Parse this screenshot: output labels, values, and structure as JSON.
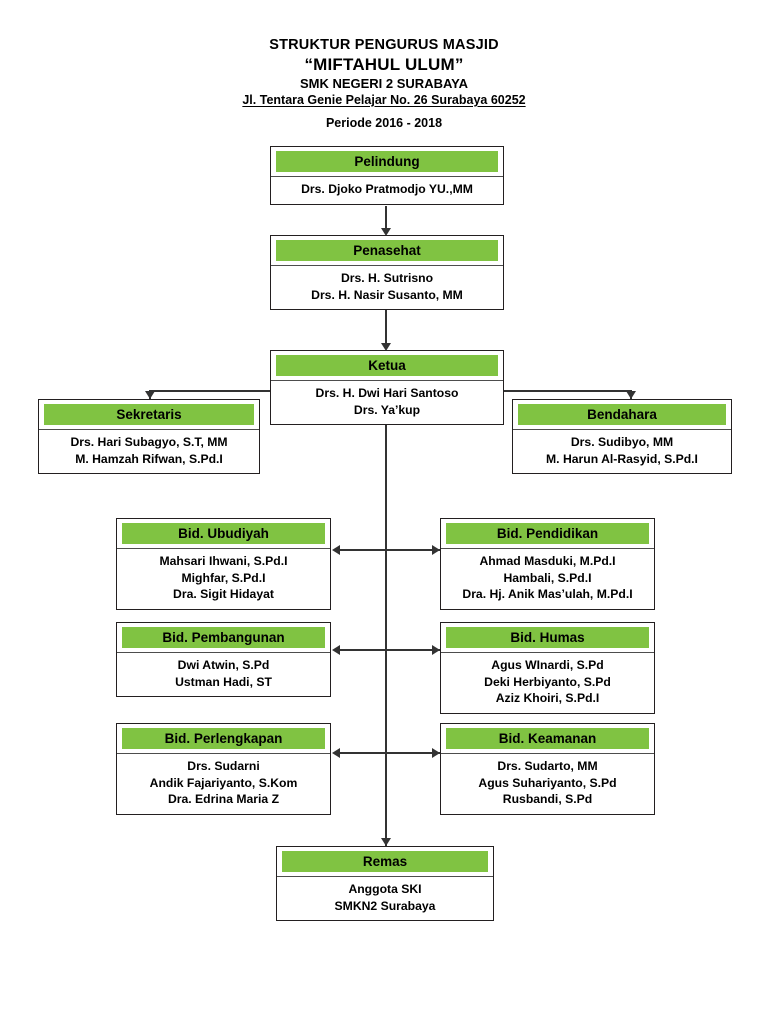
{
  "header": {
    "line1": "STRUKTUR PENGURUS MASJID",
    "line2": "“MIFTAHUL ULUM”",
    "line3": "SMK NEGERI 2 SURABAYA",
    "line4": "Jl. Tentara Genie Pelajar No. 26 Surabaya 60252",
    "period": "Periode 2016 - 2018"
  },
  "colors": {
    "header_band": "#80c342",
    "box_border": "#231f20",
    "connector": "#333333",
    "background": "#ffffff"
  },
  "nodes": {
    "pelindung": {
      "title": "Pelindung",
      "members": [
        "Drs. Djoko Pratmodjo YU.,MM"
      ]
    },
    "penasehat": {
      "title": "Penasehat",
      "members": [
        "Drs. H. Sutrisno",
        "Drs. H. Nasir Susanto, MM"
      ]
    },
    "ketua": {
      "title": "Ketua",
      "members": [
        "Drs. H. Dwi Hari Santoso",
        "Drs. Ya’kup"
      ]
    },
    "sekretaris": {
      "title": "Sekretaris",
      "members": [
        "Drs. Hari Subagyo, S.T, MM",
        "M. Hamzah Rifwan, S.Pd.I"
      ]
    },
    "bendahara": {
      "title": "Bendahara",
      "members": [
        "Drs. Sudibyo, MM",
        "M. Harun Al-Rasyid, S.Pd.I"
      ]
    },
    "bid_ubudiyah": {
      "title": "Bid. Ubudiyah",
      "members": [
        "Mahsari Ihwani, S.Pd.I",
        "Mighfar, S.Pd.I",
        "Dra. Sigit Hidayat"
      ]
    },
    "bid_pendidikan": {
      "title": "Bid. Pendidikan",
      "members": [
        "Ahmad Masduki, M.Pd.I",
        "Hambali, S.Pd.I",
        "Dra. Hj. Anik Mas’ulah, M.Pd.I"
      ]
    },
    "bid_pembangunan": {
      "title": "Bid. Pembangunan",
      "members": [
        "Dwi Atwin, S.Pd",
        "Ustman Hadi, ST"
      ]
    },
    "bid_humas": {
      "title": "Bid. Humas",
      "members": [
        "Agus WInardi, S.Pd",
        "Deki Herbiyanto, S.Pd",
        "Aziz Khoiri, S.Pd.I"
      ]
    },
    "bid_perlengkapan": {
      "title": "Bid. Perlengkapan",
      "members": [
        "Drs. Sudarni",
        "Andik Fajariyanto, S.Kom",
        "Dra. Edrina Maria Z"
      ]
    },
    "bid_keamanan": {
      "title": "Bid. Keamanan",
      "members": [
        "Drs. Sudarto, MM",
        "Agus Suhariyanto, S.Pd",
        "Rusbandi, S.Pd"
      ]
    },
    "remas": {
      "title": "Remas",
      "members": [
        "Anggota SKI",
        "SMKN2 Surabaya"
      ]
    }
  }
}
